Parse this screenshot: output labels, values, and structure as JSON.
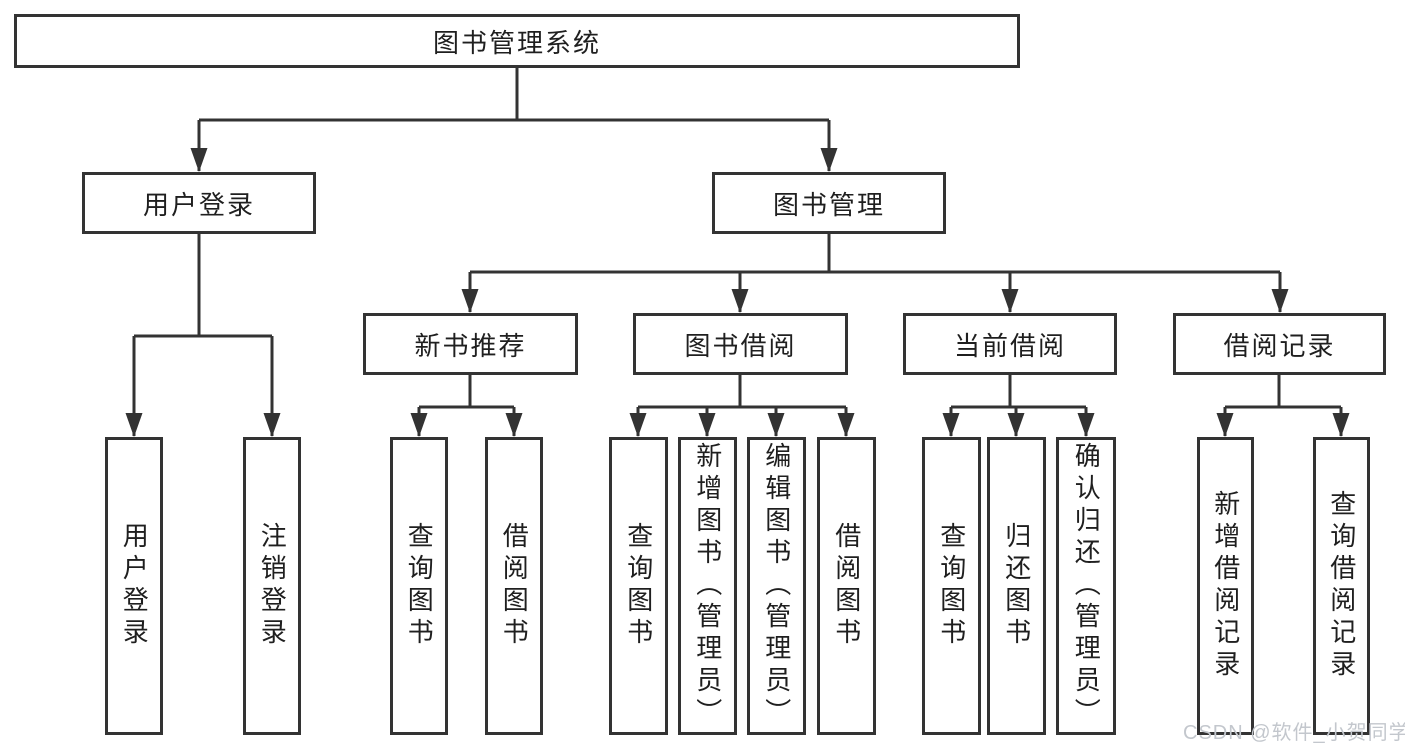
{
  "root": {
    "label": "图书管理系统"
  },
  "level2": [
    {
      "label": "用户登录"
    },
    {
      "label": "图书管理"
    }
  ],
  "level3": [
    {
      "label": "新书推荐"
    },
    {
      "label": "图书借阅"
    },
    {
      "label": "当前借阅"
    },
    {
      "label": "借阅记录"
    }
  ],
  "leaves": {
    "user_login": [
      {
        "label": "用户登录"
      },
      {
        "label": "注销登录"
      }
    ],
    "new_book": [
      {
        "label": "查询图书"
      },
      {
        "label": "借阅图书"
      }
    ],
    "book_borrow": [
      {
        "label": "查询图书"
      },
      {
        "label": "新增图书（管理员）"
      },
      {
        "label": "编辑图书（管理员）"
      },
      {
        "label": "借阅图书"
      }
    ],
    "current_borrow": [
      {
        "label": "查询图书"
      },
      {
        "label": "归还图书"
      },
      {
        "label": "确认归还（管理员）"
      }
    ],
    "borrow_records": [
      {
        "label": "新增借阅记录"
      },
      {
        "label": "查询借阅记录"
      }
    ]
  },
  "watermark": "CSDN @软件_小贺同学",
  "colors": {
    "line": "#333333",
    "box_border": "#333333",
    "text": "#1f1f1f",
    "background": "#ffffff",
    "watermark": "#c3c7cd"
  }
}
